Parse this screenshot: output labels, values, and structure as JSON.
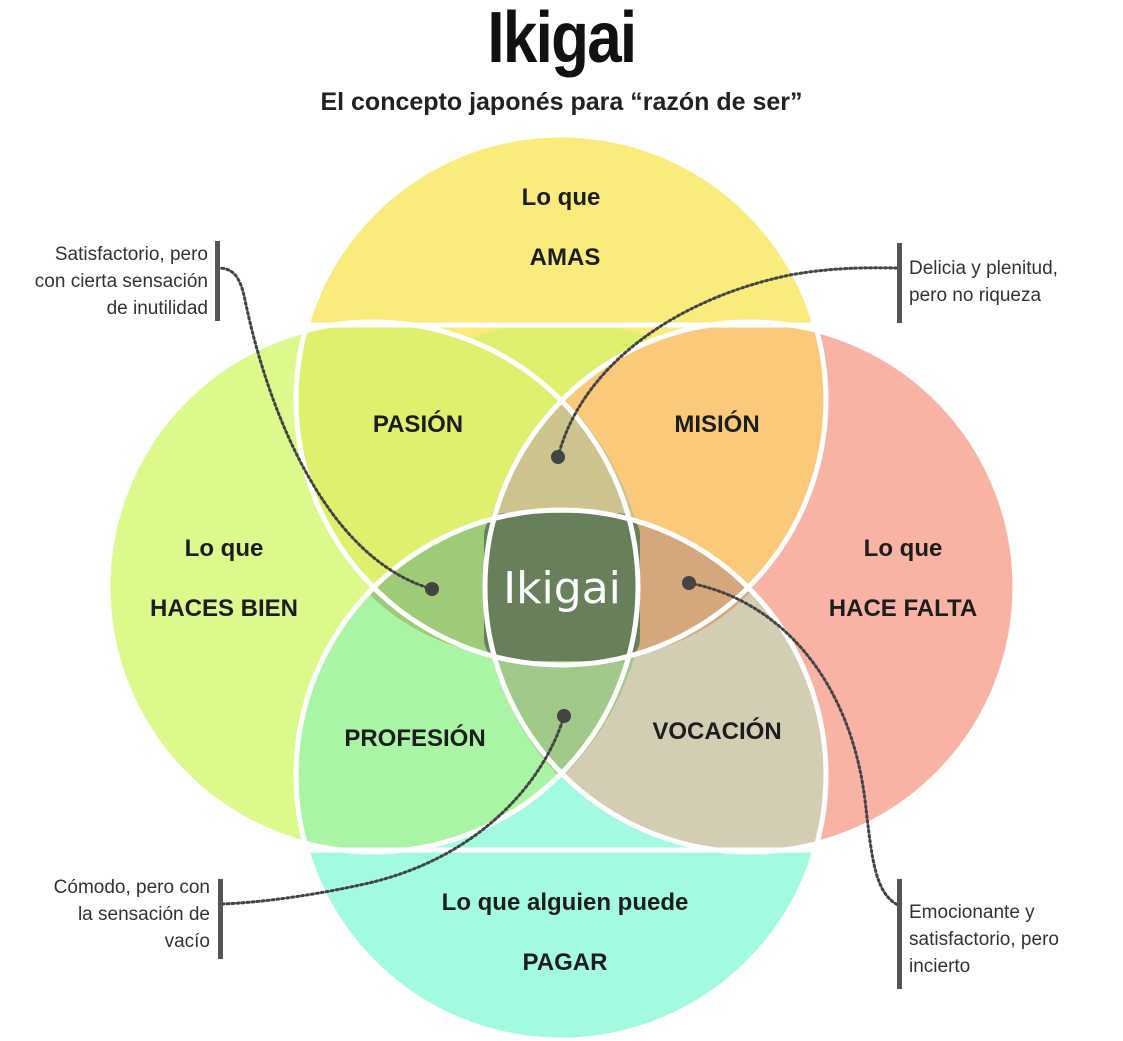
{
  "title": "Ikigai",
  "subtitle": "El concepto japonés para “razón de ser”",
  "colors": {
    "love": "#f9ec7c",
    "good_at": "#dcf98c",
    "needs": "#f8b3a5",
    "paid": "#a2fbe0",
    "passion": "#dff06e",
    "mission": "#fbc97a",
    "profession": "#a9f5a5",
    "vocation": "#d3cdb3",
    "love_needs_core": "#cdc38e",
    "good_paid_core": "#a0c98a",
    "good_love_core": "#9fcb78",
    "need_paid_core": "#d5a77d",
    "center": "#687f5c",
    "stroke": "#ffffff"
  },
  "circles": {
    "love": {
      "line1": "Lo que",
      "line2": "AMAS"
    },
    "good_at": {
      "line1": "Lo que",
      "line2": "HACES BIEN"
    },
    "needs": {
      "line1": "Lo que",
      "line2": "HACE FALTA"
    },
    "paid": {
      "line1": "Lo que alguien puede",
      "line2": "PAGAR"
    }
  },
  "overlaps": {
    "passion": "PASIÓN",
    "mission": "MISIÓN",
    "profession": "PROFESIÓN",
    "vocation": "VOCACIÓN"
  },
  "center": "Ikigai",
  "notes": {
    "top_left": [
      "Satisfactorio, pero",
      "con cierta sensación",
      "de inutilidad"
    ],
    "top_right": [
      "Delicia y plenitud,",
      "pero no riqueza"
    ],
    "bottom_left": [
      "Cómodo, pero con",
      "la sensación de",
      "vacío"
    ],
    "bottom_right": [
      "Emocionante y",
      "satisfactorio, pero",
      "incierto"
    ]
  }
}
